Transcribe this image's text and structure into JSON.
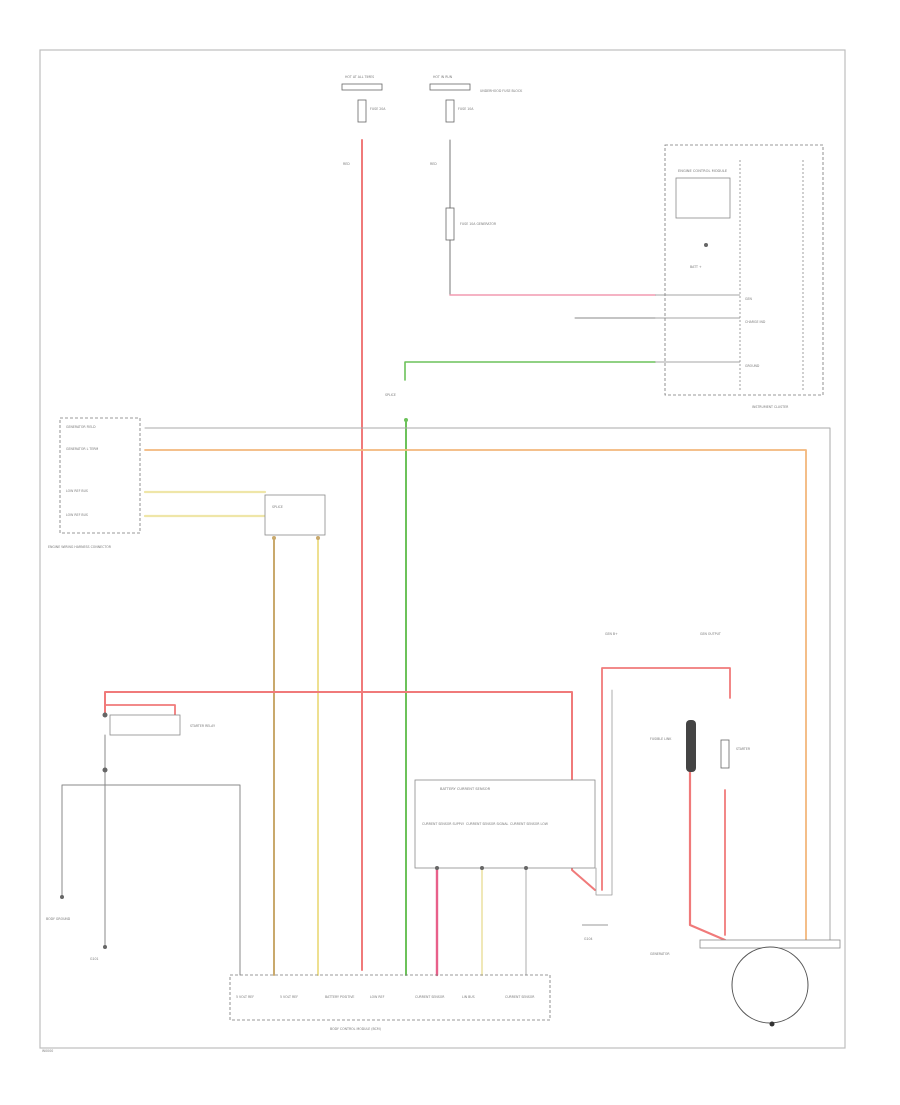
{
  "colors": {
    "red": "#f07a7a",
    "pink": "#e8608a",
    "orange": "#f3b77c",
    "green": "#6cc25a",
    "tan": "#c9a96c",
    "yellow": "#eee091",
    "light_yellow": "#f0e8b8",
    "black": "#555555",
    "gray": "#c7c7c7"
  },
  "labels": {
    "fuse_top_left": "HOT AT ALL TIMES",
    "fuse_top_mid": "HOT IN RUN",
    "underhood_fuse": "UNDERHOOD FUSE BLOCK",
    "fuse_a": "FUSE 20A",
    "fuse_b": "FUSE 10A",
    "wire_red_a": "RED",
    "wire_red_b": "RED",
    "inline_fuse": "FUSE 10A GENERATOR",
    "engine_control_box": "ENGINE CONTROL MODULE",
    "ecm_battery": "BATT +",
    "ecm_gen": "GEN",
    "ecm_lamp": "CHARGE IND",
    "ecm_ground": "GROUND",
    "instrument_cluster": "INSTRUMENT CLUSTER",
    "splice_green": "SPLICE",
    "engine_harness_left": "ENGINE WIRING HARNESS CONNECTOR",
    "left_pin_1": "GENERATOR FIELD",
    "left_pin_2": "GENERATOR L TERM",
    "left_pin_3": "LOW REF BUS",
    "left_pin_4": "LOW REF BUS",
    "splice_left": "SPLICE",
    "relay_label": "STARTER RELAY",
    "battery_note_left": "BODY GROUND",
    "ground_left": "G101",
    "current_sensor_box": "BATTERY CURRENT SENSOR",
    "cs_1": "CURRENT SENSOR SUPPLY",
    "cs_2": "CURRENT SENSOR SIGNAL",
    "cs_3": "CURRENT SENSOR LOW",
    "ground_mid": "G104",
    "gen_b_plus": "GEN B+",
    "gen_output": "GEN OUTPUT",
    "fusible_link": "FUSIBLE LINK",
    "starter_label": "STARTER",
    "generator_label": "GENERATOR",
    "bcm_label": "BODY CONTROL MODULE (BCM)",
    "bcm_1": "5 VOLT REF",
    "bcm_2": "5 VOLT REF",
    "bcm_3": "BATTERY POSITIVE",
    "bcm_4": "LOW REF",
    "bcm_5": "CURRENT SENSOR",
    "bcm_6": "LIN BUS",
    "bcm_7": "CURRENT SENSOR",
    "page_id": "W0000"
  }
}
